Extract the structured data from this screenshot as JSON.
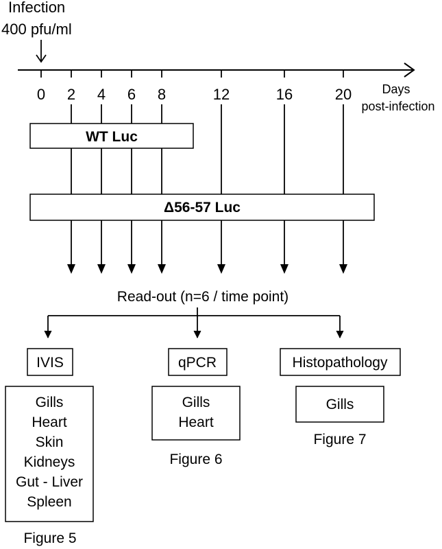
{
  "infection": {
    "line1": "Infection",
    "line2": "400 pfu/ml"
  },
  "timeline": {
    "days": [
      "0",
      "2",
      "4",
      "6",
      "8",
      "12",
      "16",
      "20"
    ],
    "unit_line1": "Days",
    "unit_line2": "post-infection"
  },
  "groups": {
    "wt": "WT Luc",
    "mutant": "Δ56-57 Luc"
  },
  "readout": {
    "label": "Read-out (n=6 / time point)"
  },
  "methods": [
    {
      "name": "IVIS",
      "tissues": [
        "Gills",
        "Heart",
        "Skin",
        "Kidneys",
        "Gut - Liver",
        "Spleen"
      ],
      "figure": "Figure 5"
    },
    {
      "name": "qPCR",
      "tissues": [
        "Gills",
        "Heart"
      ],
      "figure": "Figure 6"
    },
    {
      "name": "Histopathology",
      "tissues": [
        "Gills"
      ],
      "figure": "Figure 7"
    }
  ]
}
